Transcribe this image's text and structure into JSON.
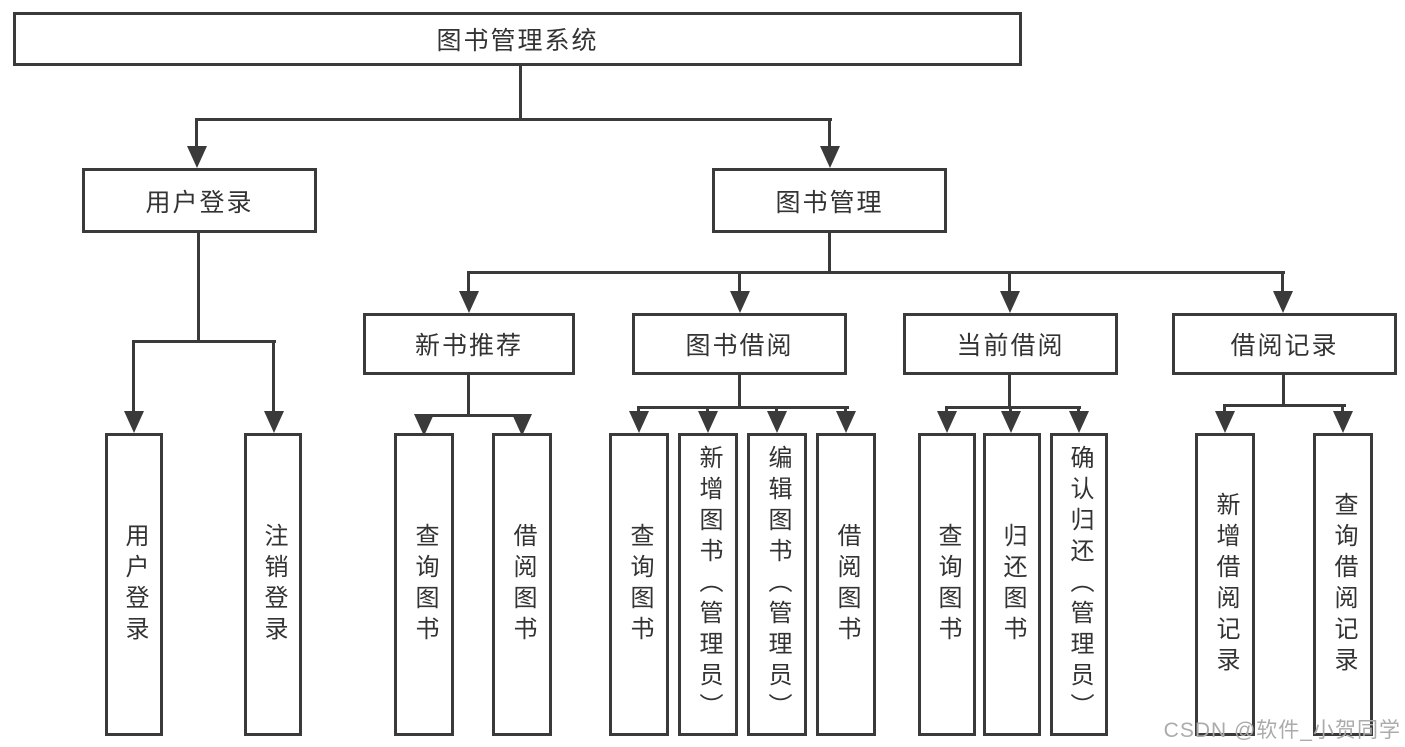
{
  "tree": {
    "label": "图书管理系统",
    "children": [
      {
        "label": "用户登录",
        "children": [
          {
            "label": "用户登录"
          },
          {
            "label": "注销登录"
          }
        ]
      },
      {
        "label": "图书管理",
        "children": [
          {
            "label": "新书推荐",
            "children": [
              {
                "label": "查询图书"
              },
              {
                "label": "借阅图书"
              }
            ]
          },
          {
            "label": "图书借阅",
            "children": [
              {
                "label": "查询图书"
              },
              {
                "label": "新增图书（管理员）"
              },
              {
                "label": "编辑图书（管理员）"
              },
              {
                "label": "借阅图书"
              }
            ]
          },
          {
            "label": "当前借阅",
            "children": [
              {
                "label": "查询图书"
              },
              {
                "label": "归还图书"
              },
              {
                "label": "确认归还（管理员）"
              }
            ]
          },
          {
            "label": "借阅记录",
            "children": [
              {
                "label": "新增借阅记录"
              },
              {
                "label": "查询借阅记录"
              }
            ]
          }
        ]
      }
    ]
  },
  "watermark": {
    "text": "CSDN @软件_小贺同学"
  },
  "colors": {
    "line": "#3a3a3a",
    "text": "#333333",
    "watermark": "#ababab",
    "background": "#ffffff"
  }
}
